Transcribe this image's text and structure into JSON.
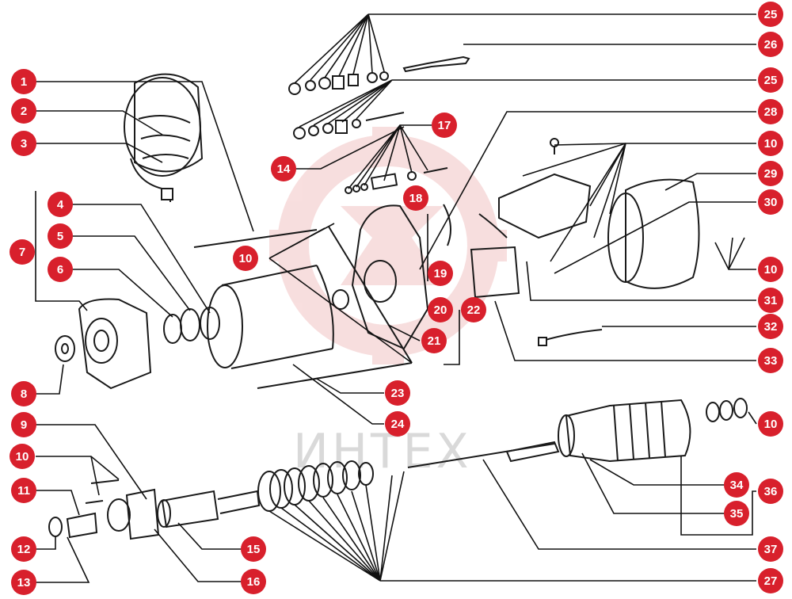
{
  "diagram": {
    "watermark_text": "ИНТЕХ",
    "callout_color": "#d8202c",
    "watermark_logo_color": "#f2c4c4",
    "callouts": [
      {
        "id": "c-25-top",
        "label": "25"
      },
      {
        "id": "c-26",
        "label": "26"
      },
      {
        "id": "c-25-mid",
        "label": "25"
      },
      {
        "id": "c-28",
        "label": "28"
      },
      {
        "id": "c-10-a",
        "label": "10"
      },
      {
        "id": "c-29",
        "label": "29"
      },
      {
        "id": "c-30",
        "label": "30"
      },
      {
        "id": "c-10-b",
        "label": "10"
      },
      {
        "id": "c-31",
        "label": "31"
      },
      {
        "id": "c-32",
        "label": "32"
      },
      {
        "id": "c-33",
        "label": "33"
      },
      {
        "id": "c-10-c",
        "label": "10"
      },
      {
        "id": "c-34",
        "label": "34"
      },
      {
        "id": "c-36",
        "label": "36"
      },
      {
        "id": "c-35",
        "label": "35"
      },
      {
        "id": "c-37",
        "label": "37"
      },
      {
        "id": "c-27",
        "label": "27"
      },
      {
        "id": "c-1",
        "label": "1"
      },
      {
        "id": "c-2",
        "label": "2"
      },
      {
        "id": "c-3",
        "label": "3"
      },
      {
        "id": "c-4",
        "label": "4"
      },
      {
        "id": "c-5",
        "label": "5"
      },
      {
        "id": "c-6",
        "label": "6"
      },
      {
        "id": "c-7",
        "label": "7"
      },
      {
        "id": "c-8",
        "label": "8"
      },
      {
        "id": "c-9",
        "label": "9"
      },
      {
        "id": "c-10-d",
        "label": "10"
      },
      {
        "id": "c-11",
        "label": "11"
      },
      {
        "id": "c-12",
        "label": "12"
      },
      {
        "id": "c-13",
        "label": "13"
      },
      {
        "id": "c-14",
        "label": "14"
      },
      {
        "id": "c-17",
        "label": "17"
      },
      {
        "id": "c-18",
        "label": "18"
      },
      {
        "id": "c-10-e",
        "label": "10"
      },
      {
        "id": "c-19",
        "label": "19"
      },
      {
        "id": "c-20",
        "label": "20"
      },
      {
        "id": "c-22",
        "label": "22"
      },
      {
        "id": "c-21",
        "label": "21"
      },
      {
        "id": "c-23",
        "label": "23"
      },
      {
        "id": "c-24",
        "label": "24"
      },
      {
        "id": "c-15",
        "label": "15"
      },
      {
        "id": "c-16",
        "label": "16"
      }
    ]
  }
}
